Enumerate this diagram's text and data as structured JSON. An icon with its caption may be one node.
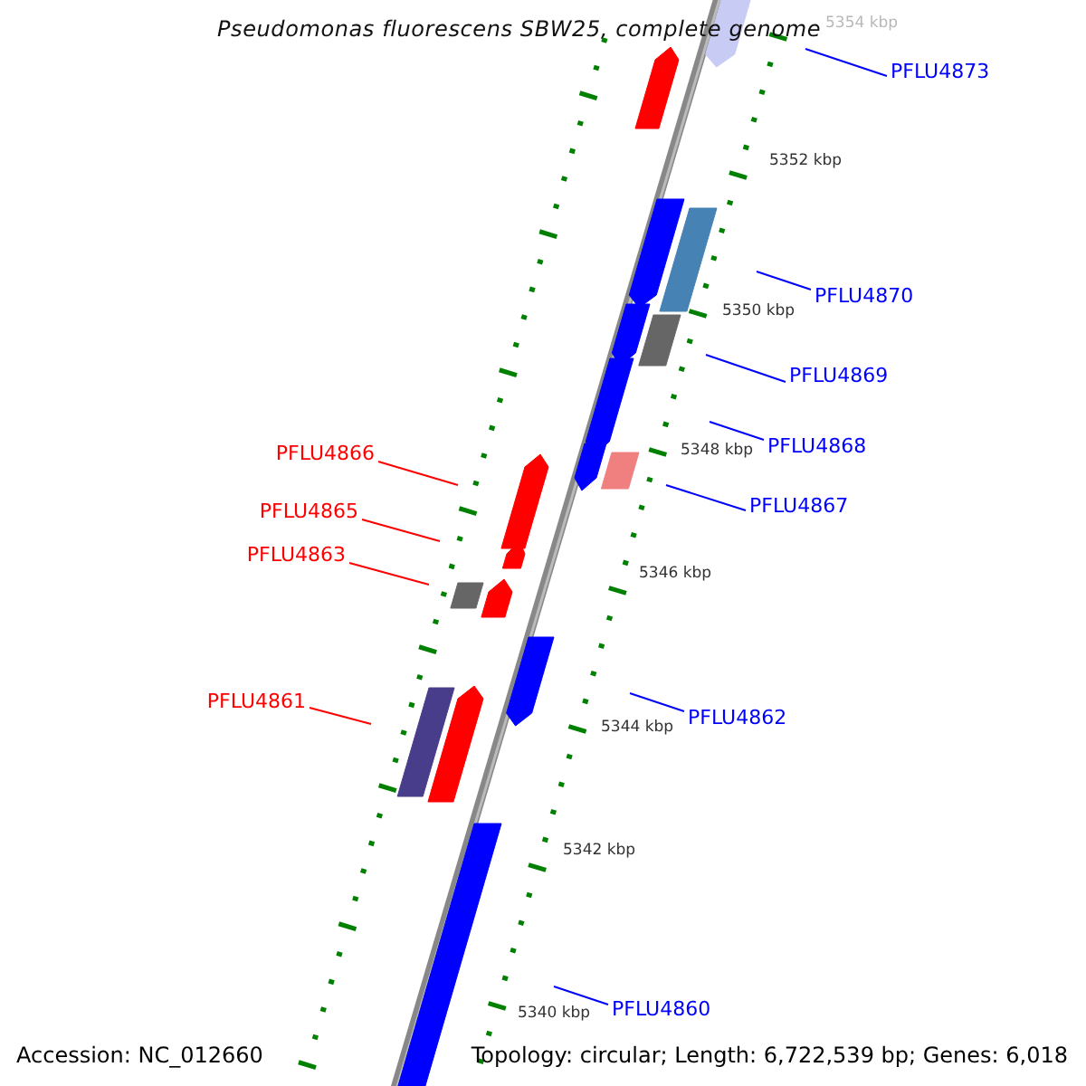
{
  "diagram": {
    "title": "Pseudomonas fluorescens SBW25, complete genome",
    "nodes": [
      {
        "text": [
          "PFLU4873"
        ]
      },
      {
        "text": [
          "PFLU4870"
        ]
      },
      {
        "text": [
          "PFLU4869"
        ]
      },
      {
        "text": [
          "PFLU4868"
        ]
      },
      {
        "text": [
          "PFLU4866"
        ]
      },
      {
        "text": [
          "PFLU4867"
        ]
      },
      {
        "text": [
          "PFLU4865"
        ]
      },
      {
        "text": [
          "PFLU4863"
        ]
      },
      {
        "text": [
          "PFLU4861"
        ]
      },
      {
        "text": [
          "PFLU4862"
        ]
      },
      {
        "text": [
          "PFLU4860"
        ]
      }
    ],
    "edges": [
      {
        "from": 0,
        "to": null,
        "arrow": "none"
      },
      {
        "from": 1,
        "to": null,
        "arrow": "none"
      },
      {
        "from": 2,
        "to": null,
        "arrow": "none"
      },
      {
        "from": 3,
        "to": null,
        "arrow": "none"
      },
      {
        "from": 4,
        "to": null,
        "arrow": "none",
        "color": "#ff0000"
      },
      {
        "from": 5,
        "to": null,
        "arrow": "none"
      },
      {
        "from": 6,
        "to": null,
        "arrow": "none",
        "color": "#ff0000"
      },
      {
        "from": 7,
        "to": null,
        "arrow": "none",
        "color": "#ff0000"
      },
      {
        "from": 8,
        "to": null,
        "arrow": "none",
        "color": "#ff0000"
      },
      {
        "from": 9,
        "to": null,
        "arrow": "none"
      },
      {
        "from": 10,
        "to": null,
        "arrow": "none"
      }
    ],
    "labels": [
      "5354 kbp",
      "5352 kbp",
      "5350 kbp",
      "5348 kbp",
      "5346 kbp",
      "5344 kbp",
      "5342 kbp",
      "5340 kbp",
      "Accession: NC_012660",
      "Topology: circular; Length: 6,722,539 bp; Genes: 6,018"
    ]
  }
}
